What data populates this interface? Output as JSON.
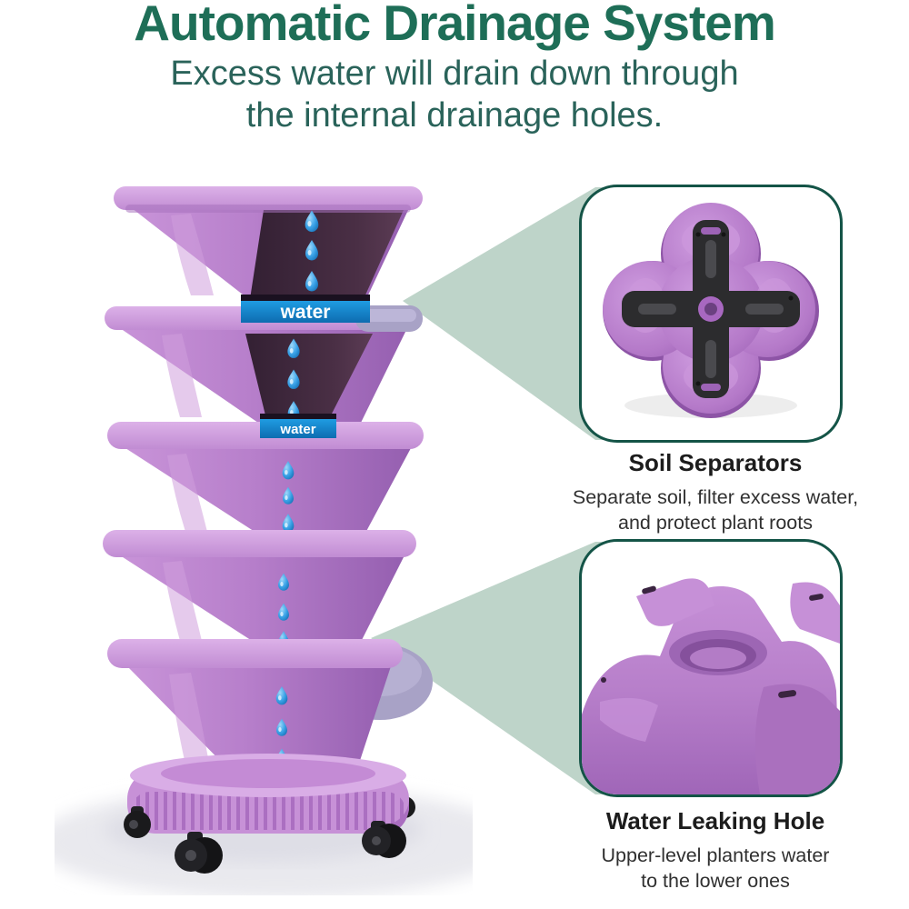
{
  "header": {
    "title": "Automatic Drainage System",
    "subtitle_lines": [
      "Excess water will drain down through",
      "the internal drainage holes."
    ],
    "title_color": "#1e6e57",
    "subtitle_color": "#2a635a"
  },
  "tower": {
    "water_label_1": "water",
    "water_label_2": "water",
    "tier_count": 5,
    "pot_color": "#b77fcb",
    "rim_color": "#cf9fdd",
    "interior_color": "#462c42",
    "gray_pocket_color": "#a8a2c6",
    "water_band_color": "#1589cf",
    "droplet_color": "#3ba3e8",
    "wheel_color": "#1a1a1c"
  },
  "callouts": [
    {
      "id": "soil-separators",
      "title": "Soil Separators",
      "description_lines": [
        "Separate soil, filter excess water,",
        "and protect plant roots"
      ]
    },
    {
      "id": "water-leaking-hole",
      "title": "Water Leaking Hole",
      "description_lines": [
        "Upper-level planters water",
        "to the lower ones"
      ]
    }
  ],
  "colors": {
    "wedge": "#bed4c9",
    "callout_border": "#145447",
    "background": "#ffffff"
  }
}
